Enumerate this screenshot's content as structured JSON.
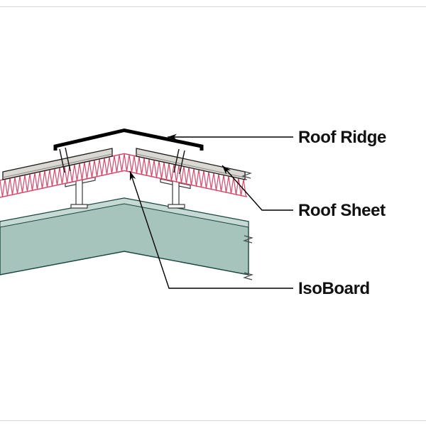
{
  "diagram": {
    "labels": {
      "ridge": "Roof Ridge",
      "sheet": "Roof Sheet",
      "isoboard": "IsoBoard"
    }
  },
  "colors": {
    "teal": "#a6c4bc",
    "teal_top": "#c6dad3",
    "teal_stroke": "#17453c",
    "sheet_gray": "#d9d8d3",
    "sheet_stroke": "#1a1a1a",
    "pink": "#d6496b",
    "line": "#000000",
    "purlin_fill": "#ffffff",
    "purlin_stroke": "#3a3a3a"
  }
}
